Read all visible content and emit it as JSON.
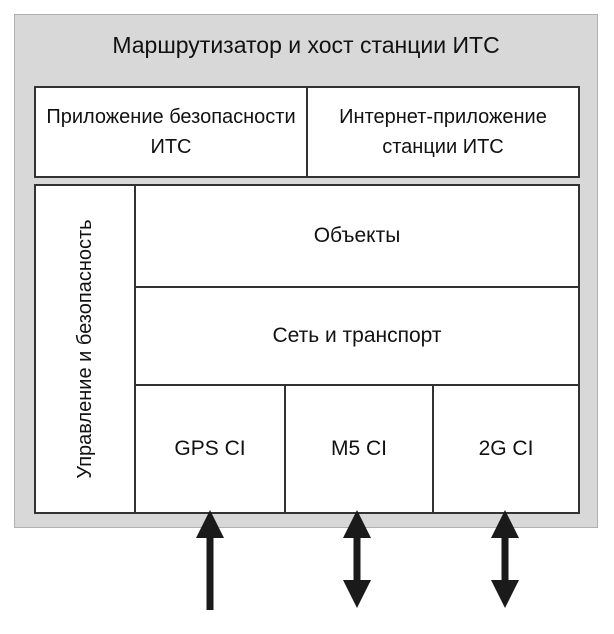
{
  "diagram": {
    "title": "Маршрутизатор и хост станции ИТС",
    "applications": {
      "security_app": "Приложение безопасности ИТС",
      "internet_app": "Интернет-приложение станции ИТС"
    },
    "management": "Управление и безопасность",
    "objects": "Объекты",
    "network": "Сеть и транспорт",
    "interfaces": [
      "GPS CI",
      "M5 CI",
      "2G CI"
    ],
    "arrow_directions": [
      "up",
      "bidirectional",
      "bidirectional"
    ],
    "colors": {
      "frame_background": "#d8d8d8",
      "box_background": "#ffffff",
      "border": "#333333",
      "arrow": "#1a1a1a"
    }
  }
}
